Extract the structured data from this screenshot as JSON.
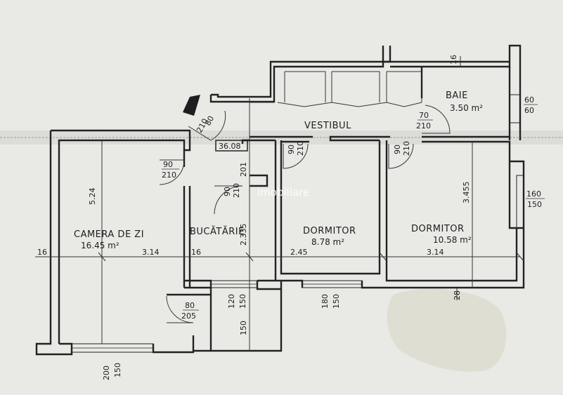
{
  "plan": {
    "watermark": "imobiliare",
    "rooms": {
      "vestibul": {
        "name": "VESTIBUL"
      },
      "baie": {
        "name": "BAIE",
        "area": "3.50 m²"
      },
      "camera_de_zi": {
        "name": "CAMERA DE ZI",
        "area": "16.45 m²"
      },
      "bucatarie": {
        "name": "BUCĂTĂRIE"
      },
      "dormitor1": {
        "name": "DORMITOR",
        "area": "8.78 m²"
      },
      "dormitor2": {
        "name": "DORMITOR",
        "area": "10.58 m²"
      }
    },
    "stairs_label": "36.08",
    "dims": {
      "d524": "5.24",
      "d314a": "3.14",
      "d16a": "16",
      "d16b": "16",
      "d16c": "16",
      "d201": "201",
      "d2335": "2.335",
      "d245": "2.45",
      "d314b": "3.14",
      "d3455": "3.455",
      "d28": "28",
      "d150": "150"
    },
    "openings": {
      "door_vest_top": {
        "w": "70",
        "h": "210"
      },
      "door_entry": {
        "w": "210",
        "h": "80"
      },
      "door_cz": {
        "w": "90",
        "h": "210"
      },
      "door_buc": {
        "w": "90",
        "h": "210"
      },
      "door_dorm1": {
        "w": "90",
        "h": "210"
      },
      "door_dorm2": {
        "w": "90",
        "h": "210"
      },
      "door_balcony": {
        "w": "80",
        "h": "205"
      },
      "win_baie": {
        "w": "60",
        "h": "60"
      },
      "win_dorm2": {
        "w": "160",
        "h": "150"
      },
      "win_buc": {
        "w": "120",
        "h": "150"
      },
      "win_dorm1": {
        "w": "180",
        "h": "150"
      },
      "win_cz": {
        "w": "200",
        "h": "150"
      }
    }
  }
}
